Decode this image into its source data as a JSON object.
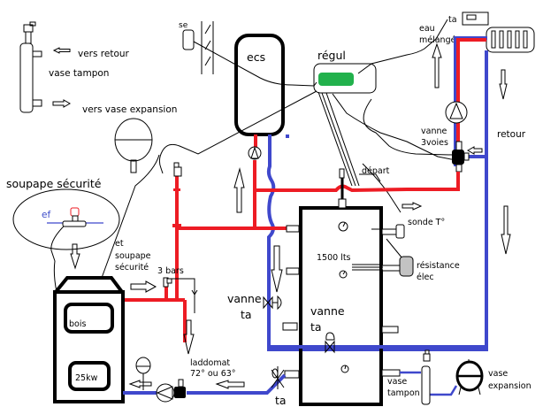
{
  "title": "Schéma hydraulique chaudière bois + ballon tampon",
  "colors": {
    "hot_pipe": "#ed1c24",
    "cold_pipe": "#3f48cc",
    "regul_display": "#22b14c",
    "resistance_fill": "#c3c3c3",
    "line": "#000000",
    "background": "#ffffff"
  },
  "legend": {
    "vers_retour": "vers retour",
    "vase_tampon": "vase tampon",
    "vers_vase_expansion": "vers vase expansion"
  },
  "labels": {
    "se": "se",
    "ecs": "ecs",
    "regul": "régul",
    "ta_top": "ta",
    "eau_line1": "eau",
    "eau_line2": "mélangé",
    "vanne_3voies_line1": "vanne",
    "vanne_3voies_line2": "3voies",
    "retour": "retour",
    "depart": "départ",
    "sonde": "sonde T°",
    "resistance_line1": "résistance",
    "resistance_line2": "élec",
    "capacity": "1500 lts",
    "soupape": "soupape sécurité",
    "ef": "ef",
    "et_line1": "et",
    "et_line2": "soupape",
    "et_line3": "sécurité",
    "pressure": "3 bars",
    "bois": "bois",
    "power": "25kw",
    "laddomat_line1": "laddomat",
    "laddomat_line2": "72° ou 63°",
    "vanne_ta_left_line1": "vanne",
    "vanne_ta_left_line2": "ta",
    "vanne_ta_tank_line1": "vanne",
    "vanne_ta_tank_line2": "ta",
    "ta_bottom": "ta",
    "vase_tampon_line1": "vase",
    "vase_tampon_line2": "tampon",
    "vase_expansion_line1": "vase",
    "vase_expansion_line2": "expansion"
  },
  "icons": [
    "vase-tampon-icon",
    "expansion-vessel-icon",
    "outdoor-sensor-icon",
    "wall-icon",
    "ecs-tank-icon",
    "regulator-icon",
    "thermostat-icon",
    "radiator-icon",
    "pump-icon",
    "three-way-valve-icon",
    "buffer-tank-icon",
    "thermometer-icon",
    "temperature-probe-icon",
    "electric-heater-icon",
    "boiler-icon",
    "safety-valve-icon",
    "laddomat-icon",
    "valve-icon",
    "flow-arrow-icon"
  ]
}
